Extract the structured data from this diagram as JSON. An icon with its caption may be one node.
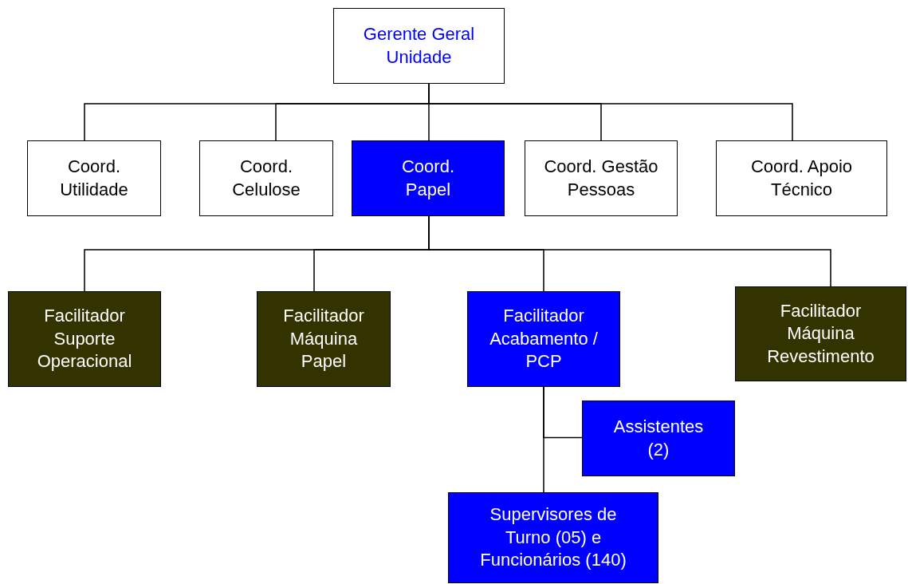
{
  "diagram": {
    "nodes": [
      {
        "text": [
          "Gerente Geral Unidade"
        ]
      },
      {
        "text": [
          "Coord. Utilidade"
        ]
      },
      {
        "text": [
          "Coord. Celulose"
        ]
      },
      {
        "text": [
          "Coord. Papel"
        ]
      },
      {
        "text": [
          "Coord. Gestão Pessoas"
        ]
      },
      {
        "text": [
          "Coord. Apoio Técnico"
        ]
      },
      {
        "text": [
          "Facilitador Suporte Operacional"
        ]
      },
      {
        "text": [
          "Facilitador Máquina Papel"
        ]
      },
      {
        "text": [
          "Facilitador Acabamento / PCP"
        ]
      },
      {
        "text": [
          "Facilitador Máquina Revestimento"
        ]
      },
      {
        "text": [
          "Assistentes (2)"
        ]
      },
      {
        "text": [
          "Supervisores de Turno (05) e Funcionários (140)"
        ]
      }
    ],
    "edges": [
      {
        "from": 0,
        "to": 1,
        "arrow": "none"
      },
      {
        "from": 0,
        "to": 2,
        "arrow": "none"
      },
      {
        "from": 0,
        "to": 3,
        "arrow": "none"
      },
      {
        "from": 0,
        "to": 4,
        "arrow": "none"
      },
      {
        "from": 0,
        "to": 5,
        "arrow": "none"
      },
      {
        "from": 3,
        "to": 6,
        "arrow": "none"
      },
      {
        "from": 3,
        "to": 7,
        "arrow": "none"
      },
      {
        "from": 3,
        "to": 8,
        "arrow": "none"
      },
      {
        "from": 3,
        "to": 9,
        "arrow": "none"
      },
      {
        "from": 8,
        "to": 10,
        "arrow": "none"
      },
      {
        "from": 8,
        "to": 11,
        "arrow": "none"
      }
    ]
  }
}
